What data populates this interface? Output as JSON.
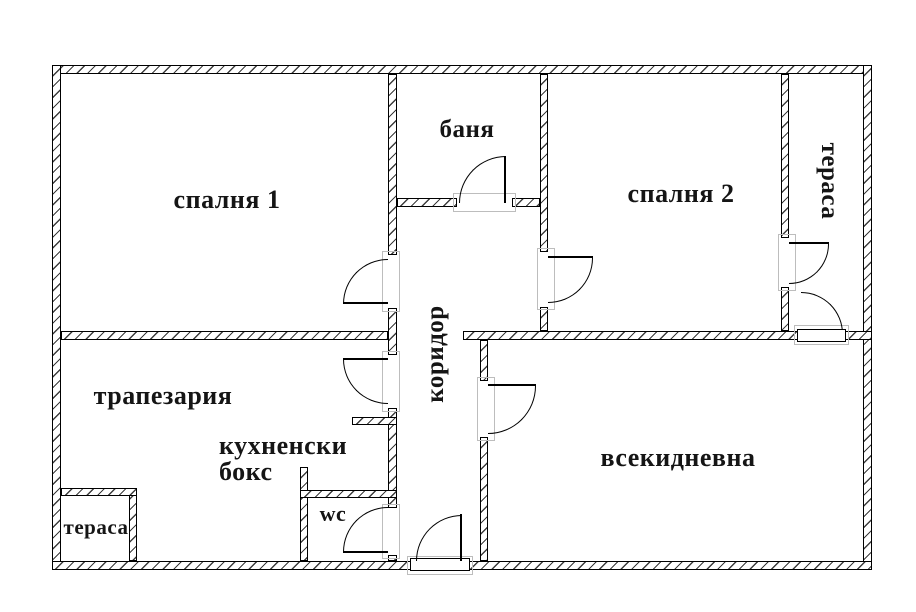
{
  "plan": {
    "type": "apartment-floor-plan",
    "rooms": {
      "bedroom1": {
        "label": "спалня 1"
      },
      "bathroom": {
        "label": "баня"
      },
      "bedroom2": {
        "label": "спалня 2"
      },
      "terrace_right": {
        "label": "тераса"
      },
      "corridor": {
        "label": "коридор"
      },
      "dining": {
        "label": "трапезария"
      },
      "kitchenette": {
        "label": "кухненски\nбокс"
      },
      "wc": {
        "label": "wc"
      },
      "terrace_small": {
        "label": "тераса"
      },
      "living": {
        "label": "всекидневна"
      }
    },
    "colors": {
      "background": "#ffffff",
      "wall_line": "#000000",
      "hatch": "#3d3d3d",
      "door_jamb": "#bdbdbd",
      "text": "#151515"
    }
  }
}
